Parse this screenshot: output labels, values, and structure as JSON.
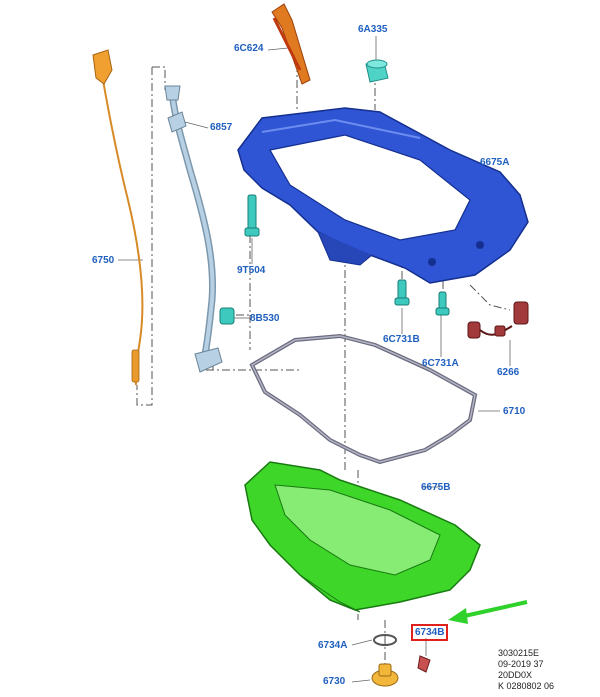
{
  "callouts": {
    "c6c624": "6C624",
    "c6a335": "6A335",
    "c6857": "6857",
    "c6675a": "6675A",
    "c6750": "6750",
    "c9t504": "9T504",
    "c8b530": "8B530",
    "c6c731b": "6C731B",
    "c6c731a": "6C731A",
    "c6266": "6266",
    "c6710": "6710",
    "c6675b": "6675B",
    "c6734a": "6734A",
    "c6734b": "6734B",
    "c6730": "6730"
  },
  "info": {
    "line1": "3030215E",
    "line2": "09-2019 37",
    "line3": "20DD0X",
    "line4": "K 0280802 06"
  },
  "colors": {
    "callout_text": "#1f5fbf",
    "upper_oil_pan": "#2f55d4",
    "lower_oil_pan": "#3fd62a",
    "dipstick": "#e89a2c",
    "tube": "#a9c6dc",
    "gasket": "#7a7a8c",
    "plug": "#e07a20",
    "highlight_box": "#e0201c",
    "pointer_arrow": "#2fd22a"
  }
}
